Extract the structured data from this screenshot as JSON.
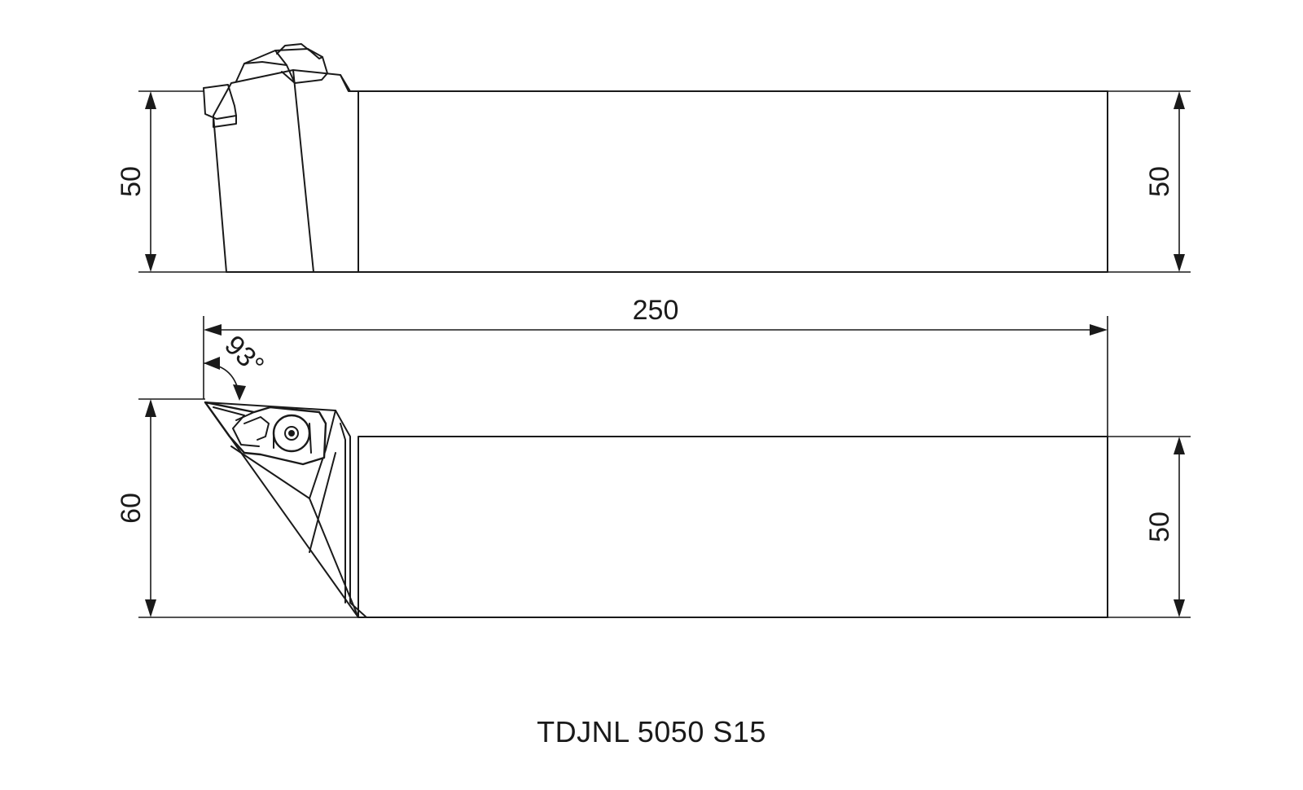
{
  "dimensions": {
    "top_left_height": "50",
    "top_right_height": "50",
    "overall_length": "250",
    "approach_angle": "93°",
    "bottom_left_height": "60",
    "bottom_right_height": "50"
  },
  "model": "TDJNL 5050 S15"
}
